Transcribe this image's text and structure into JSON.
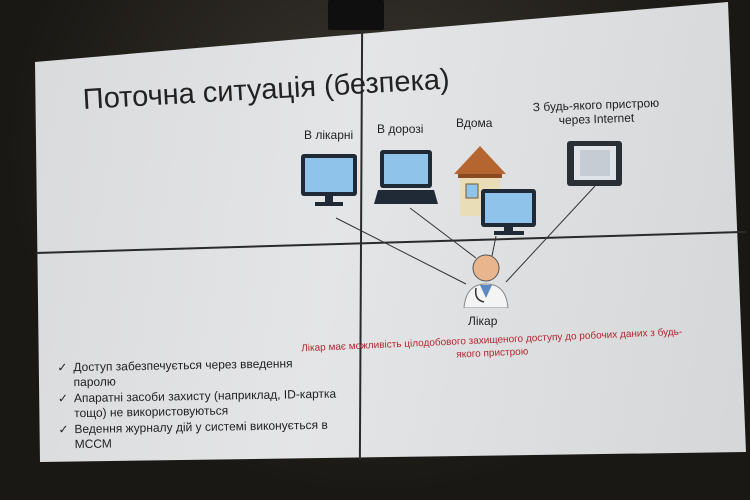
{
  "slide": {
    "title": "Поточна ситуація (безпека)",
    "locations": [
      {
        "label": "В лікарні",
        "icon": "desktop-monitor-icon"
      },
      {
        "label": "В дорозі",
        "icon": "laptop-icon"
      },
      {
        "label": "Вдома",
        "icon": "house-icon"
      },
      {
        "label": "З будь-якого пристрою",
        "label2": "через Internet",
        "icon": "tablet-icon"
      }
    ],
    "doctor_label": "Лікар",
    "note": "Лікар має можливість цілодобового захищеного доступу до робочих даних з будь-якого пристрою",
    "bullets": [
      "Доступ забезпечується через введення паролю",
      "Апаратні засоби захисту (наприклад, ID-картка тощо) не використовуються",
      "Ведення журналу дій у системі виконується в МССМ"
    ],
    "check_glyph": "✓",
    "note_color": "#b3272f"
  }
}
